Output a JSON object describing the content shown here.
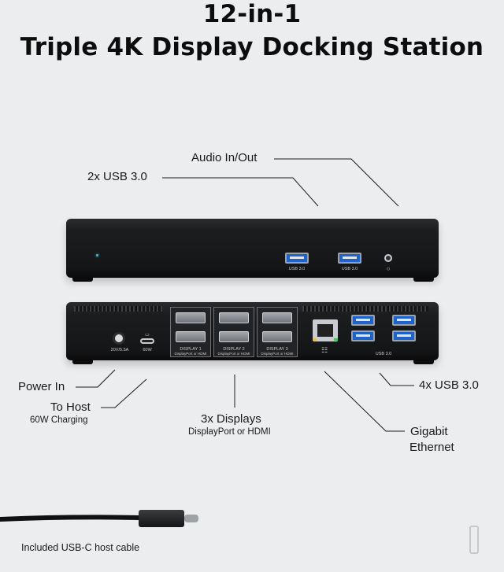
{
  "title": {
    "line1": "12-in-1",
    "line2": "Triple 4K Display Docking Station"
  },
  "callouts": {
    "usb_front": "2x USB 3.0",
    "audio": "Audio In/Out",
    "power": "Power In",
    "host": "To Host",
    "host_sub": "60W Charging",
    "displays": "3x Displays",
    "displays_sub": "DisplayPort or HDMI",
    "usb_rear": "4x USB 3.0",
    "ethernet_line1": "Gigabit",
    "ethernet_line2": "Ethernet",
    "cable": "Included USB-C host cable"
  },
  "device_labels": {
    "front_usb1": "USB 3.0",
    "front_usb2": "USB 3.0",
    "power_spec": "20V/5.5A",
    "host_watts": "60W",
    "display1": "DISPLAY 1",
    "display2": "DISPLAY 2",
    "display3": "DISPLAY 3",
    "display_sub": "DisplayPort or HDMI",
    "rear_usb": "USB 3.0"
  },
  "colors": {
    "background": "#ecedef",
    "device_body": "#1a1b1d",
    "usb_port_blue": "#1f62c9",
    "leader_line": "#1a1a1a"
  }
}
